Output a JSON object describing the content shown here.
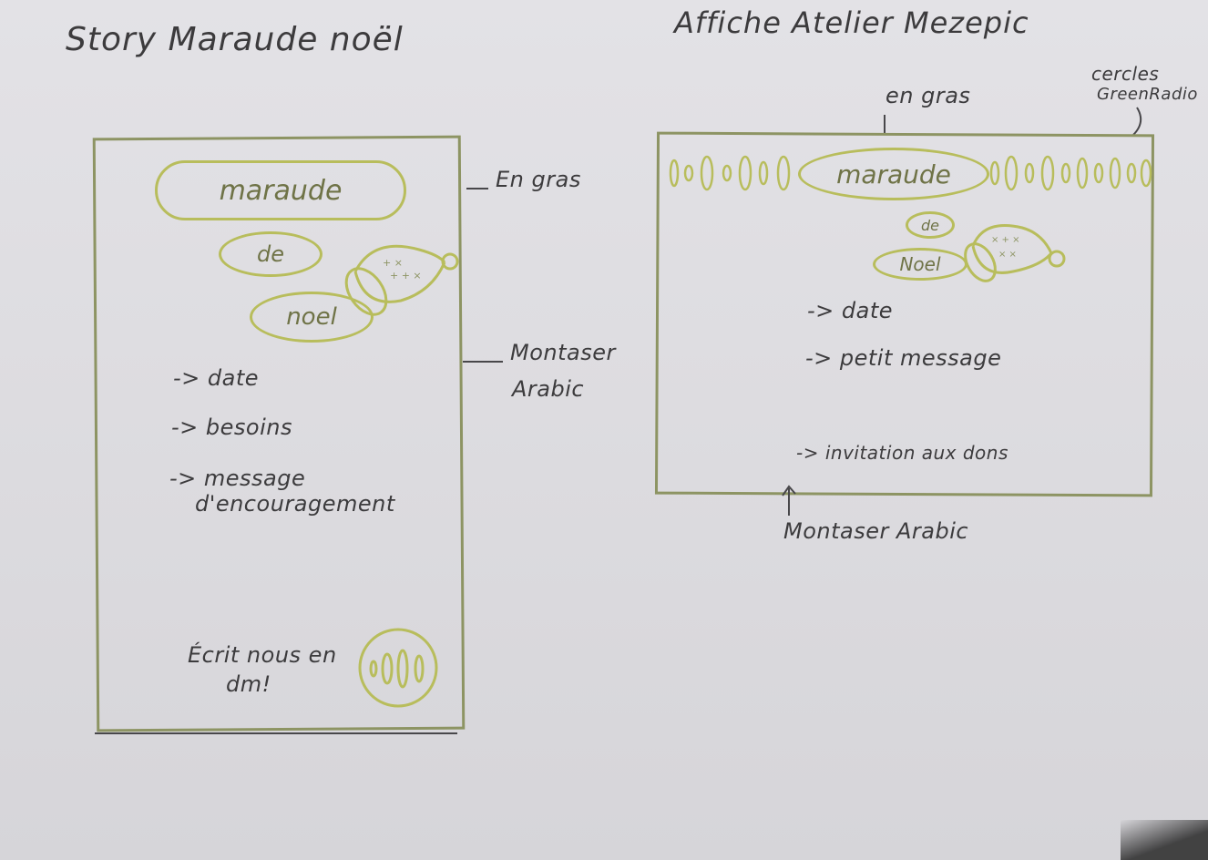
{
  "story": {
    "title": "Story Maraude noël",
    "pill_maraude": "maraude",
    "pill_de": "de",
    "pill_noel": "noel",
    "bold_note": "En gras",
    "font_note_line1": "Montaser",
    "font_note_line2": "Arabic",
    "items": [
      "-> date",
      "-> besoins",
      "-> message",
      "d'encouragement"
    ],
    "footer_line1": "Écrit nous en",
    "footer_line2": "dm!"
  },
  "poster": {
    "title": "Affiche Atelier Mezepic",
    "bold_note": "en gras",
    "circles_note_line1": "cercles",
    "circles_note_line2": "GreenRadio",
    "pill_maraude": "maraude",
    "pill_de": "de",
    "pill_noel": "Noel",
    "items": [
      "-> date",
      "-> petit message",
      "-> invitation aux dons"
    ],
    "font_note": "Montaser Arabic"
  },
  "colors": {
    "ink": "#3c3b3d",
    "sketch_green": "#b8bd5c",
    "frame_green": "#8d9463"
  }
}
